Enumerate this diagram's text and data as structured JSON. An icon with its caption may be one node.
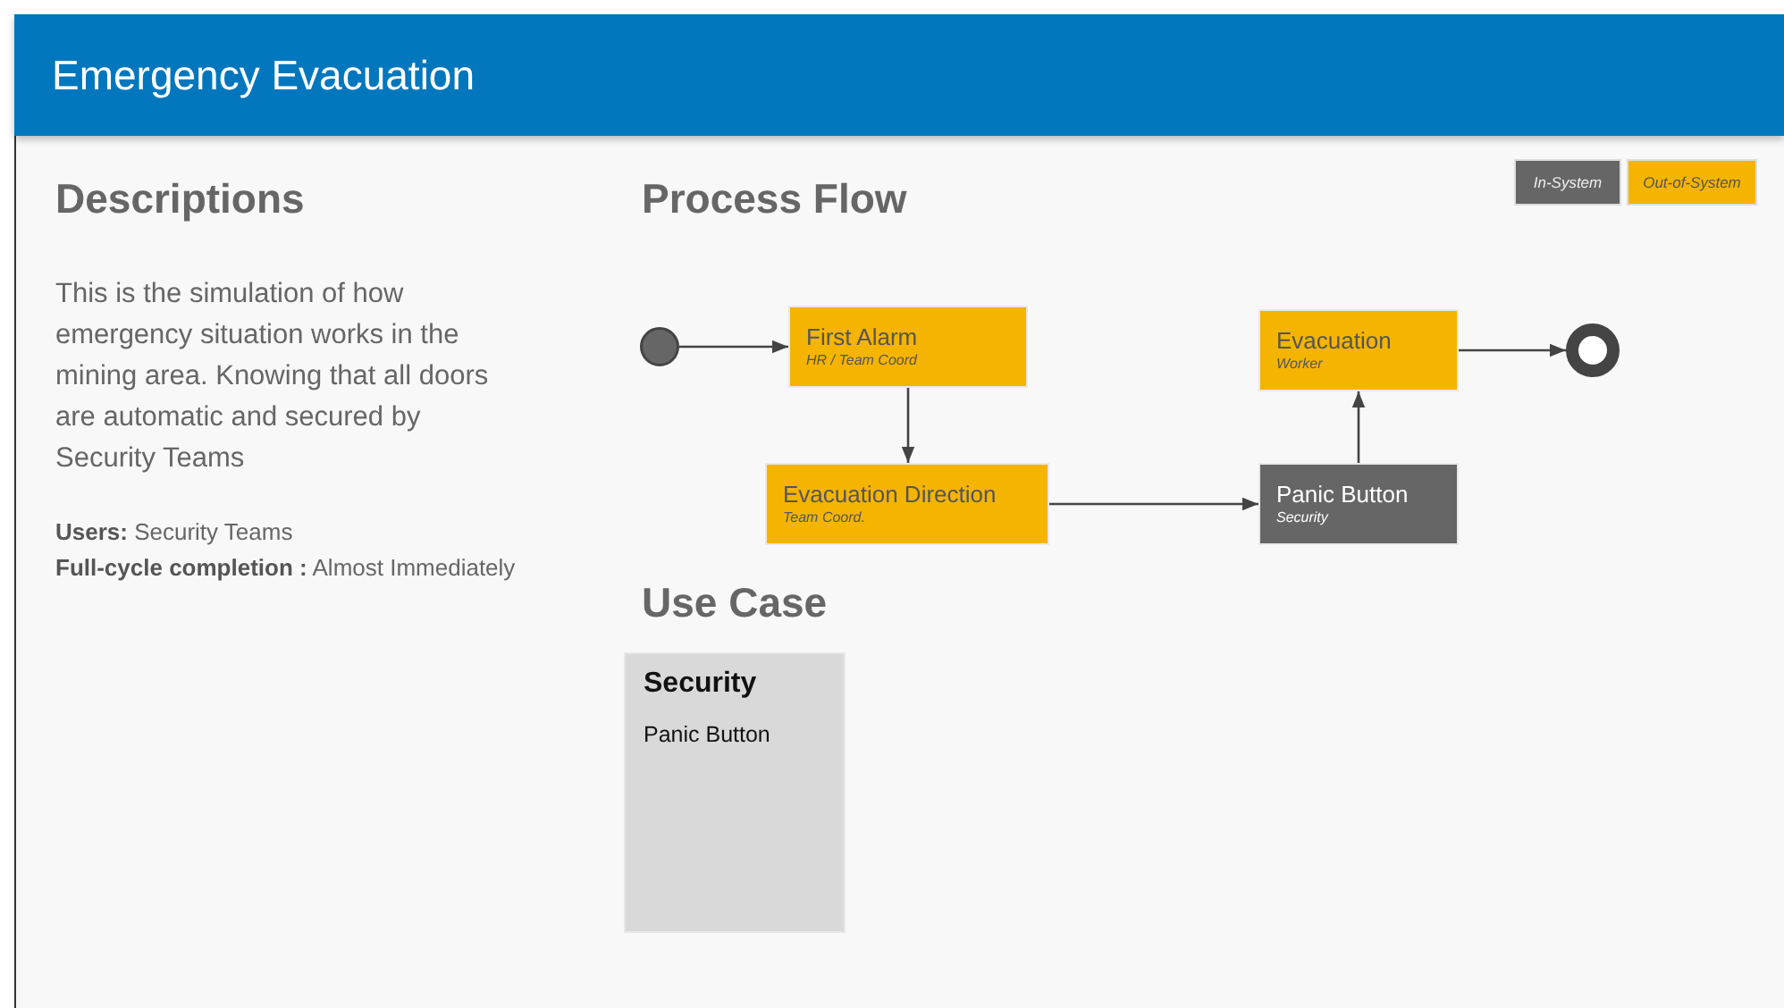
{
  "diagram": {
    "title": "Emergency Evacuation",
    "nodes": [
      {
        "text": [],
        "shape": "circle"
      },
      {
        "text": [
          "First Alarm",
          "HR / Team Coord"
        ]
      },
      {
        "text": [
          "Evacuation Direction",
          "Team Coord."
        ]
      },
      {
        "text": [
          "Panic Button",
          "Security"
        ]
      },
      {
        "text": [
          "Evacuation",
          "Worker"
        ]
      },
      {
        "text": [],
        "shape": "circle"
      },
      {
        "text": [
          "Security",
          "Panic Button"
        ]
      }
    ],
    "edges": [
      {
        "from": 0,
        "to": 1,
        "arrow": "to"
      },
      {
        "from": 1,
        "to": 2,
        "arrow": "to"
      },
      {
        "from": 2,
        "to": 3,
        "arrow": "to"
      },
      {
        "from": 3,
        "to": 4,
        "arrow": "to"
      },
      {
        "from": 4,
        "to": 5,
        "arrow": "to"
      }
    ],
    "labels": [
      "Descriptions",
      "This is the simulation of how emergency situation works in the mining area. Knowing that all doors are automatic and secured by Security Teams",
      "**Users:** Security Teams",
      "**Full-cycle completion :** Almost Immediately",
      "Process Flow",
      "Use Case"
    ],
    "legend": [
      {
        "text": "In-System",
        "color": "#666666"
      },
      {
        "text": "Out-of-System",
        "color": "#f5b400"
      }
    ]
  }
}
